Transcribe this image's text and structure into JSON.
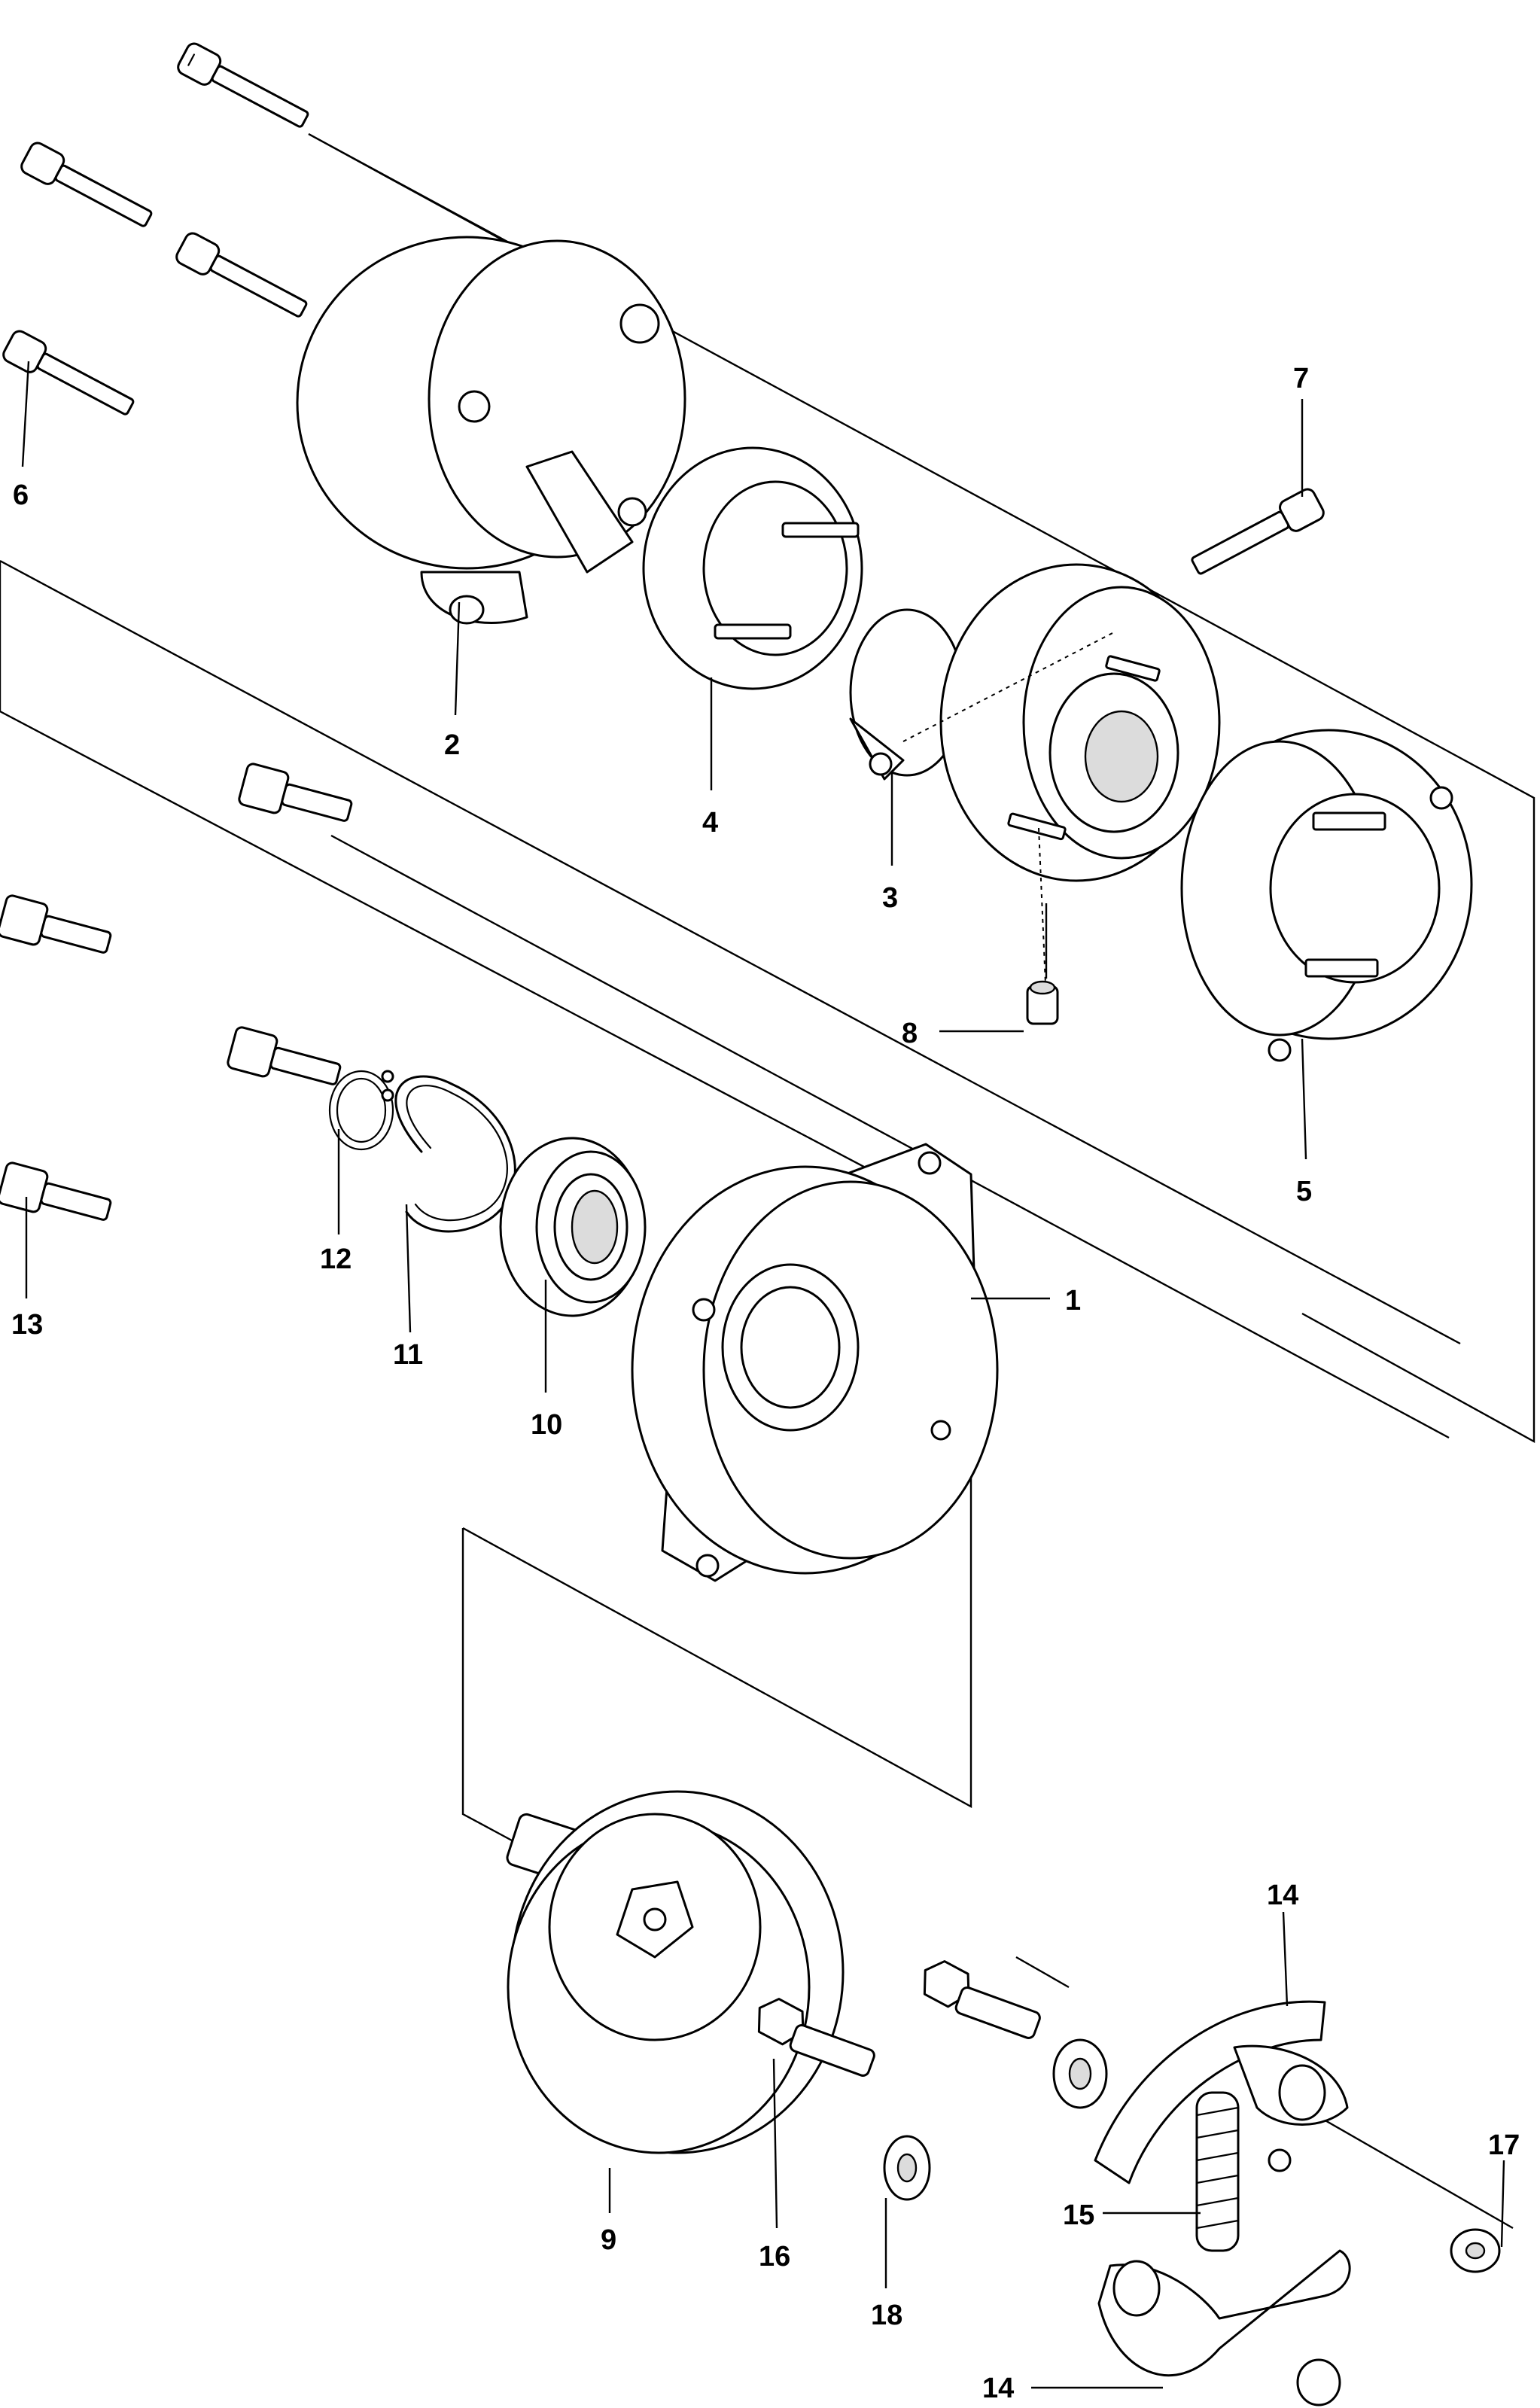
{
  "parts": [
    {
      "id": "callout-1",
      "number": "1"
    },
    {
      "id": "callout-2",
      "number": "2"
    },
    {
      "id": "callout-3",
      "number": "3"
    },
    {
      "id": "callout-4",
      "number": "4"
    },
    {
      "id": "callout-5",
      "number": "5"
    },
    {
      "id": "callout-6",
      "number": "6"
    },
    {
      "id": "callout-7",
      "number": "7"
    },
    {
      "id": "callout-8",
      "number": "8"
    },
    {
      "id": "callout-9",
      "number": "9"
    },
    {
      "id": "callout-10",
      "number": "10"
    },
    {
      "id": "callout-11",
      "number": "11"
    },
    {
      "id": "callout-12",
      "number": "12"
    },
    {
      "id": "callout-13",
      "number": "13"
    },
    {
      "id": "callout-14a",
      "number": "14"
    },
    {
      "id": "callout-14b",
      "number": "14"
    },
    {
      "id": "callout-15",
      "number": "15"
    },
    {
      "id": "callout-16",
      "number": "16"
    },
    {
      "id": "callout-17",
      "number": "17"
    },
    {
      "id": "callout-18",
      "number": "18"
    }
  ]
}
